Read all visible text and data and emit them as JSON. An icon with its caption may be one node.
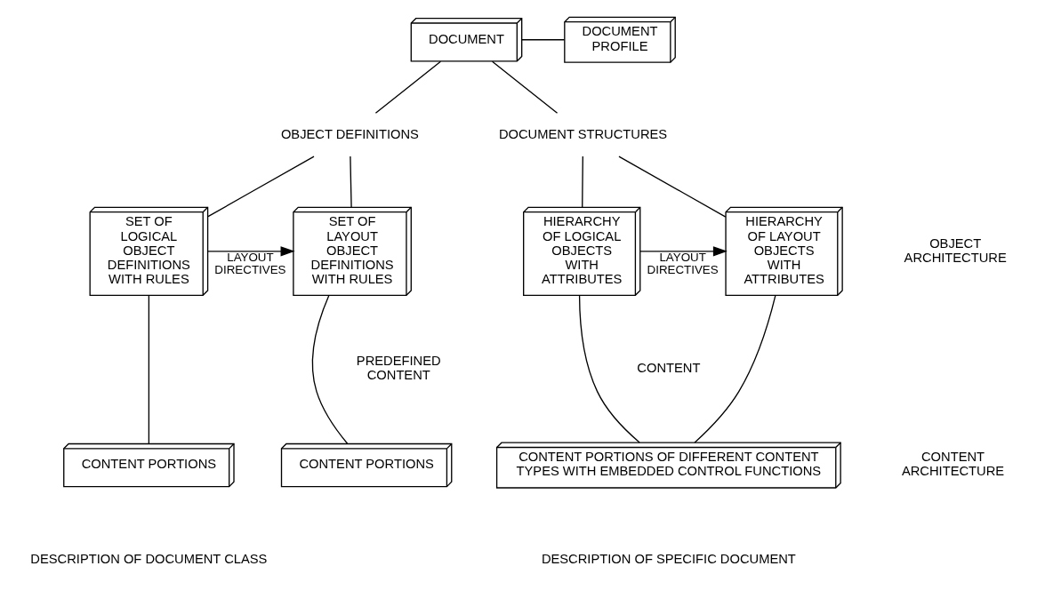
{
  "diagram": {
    "nodes": [
      {
        "text": [
          "DOCUMENT"
        ]
      },
      {
        "text": [
          "DOCUMENT PROFILE"
        ]
      },
      {
        "text": [
          "OBJECT DEFINITIONS"
        ]
      },
      {
        "text": [
          "DOCUMENT STRUCTURES"
        ]
      },
      {
        "text": [
          "SET OF LOGICAL OBJECT DEFINITIONS WITH RULES"
        ]
      },
      {
        "text": [
          "SET OF LAYOUT OBJECT DEFINITIONS WITH RULES"
        ]
      },
      {
        "text": [
          "HIERARCHY OF LOGICAL OBJECTS WITH ATTRIBUTES"
        ]
      },
      {
        "text": [
          "HIERARCHY OF LAYOUT OBJECTS WITH ATTRIBUTES"
        ]
      },
      {
        "text": [
          "CONTENT PORTIONS"
        ]
      },
      {
        "text": [
          "CONTENT PORTIONS"
        ]
      },
      {
        "text": [
          "CONTENT PORTIONS OF DIFFERENT CONTENT TYPES WITH EMBEDDED CONTROL FUNCTIONS"
        ]
      }
    ],
    "edges": [
      {
        "from": 0,
        "to": 1,
        "arrow": "none"
      },
      {
        "from": 0,
        "to": 2,
        "arrow": "none"
      },
      {
        "from": 0,
        "to": 3,
        "arrow": "none"
      },
      {
        "from": 2,
        "to": 4,
        "arrow": "none"
      },
      {
        "from": 2,
        "to": 5,
        "arrow": "none"
      },
      {
        "from": 3,
        "to": 6,
        "arrow": "none"
      },
      {
        "from": 3,
        "to": 7,
        "arrow": "none"
      },
      {
        "from": 4,
        "to": 5,
        "arrow": "to",
        "label": "LAYOUT DIRECTIVES"
      },
      {
        "from": 6,
        "to": 7,
        "arrow": "to",
        "label": "LAYOUT DIRECTIVES"
      },
      {
        "from": 4,
        "to": 8,
        "arrow": "none"
      },
      {
        "from": 5,
        "to": 9,
        "arrow": "none"
      },
      {
        "from": 6,
        "to": 10,
        "arrow": "none"
      },
      {
        "from": 7,
        "to": 10,
        "arrow": "none"
      }
    ],
    "labels": [
      "OBJECT ARCHITECTURE",
      "PREDEFINED CONTENT",
      "CONTENT",
      "CONTENT ARCHITECTURE",
      "DESCRIPTION OF DOCUMENT CLASS",
      "DESCRIPTION OF SPECIFIC DOCUMENT"
    ]
  }
}
